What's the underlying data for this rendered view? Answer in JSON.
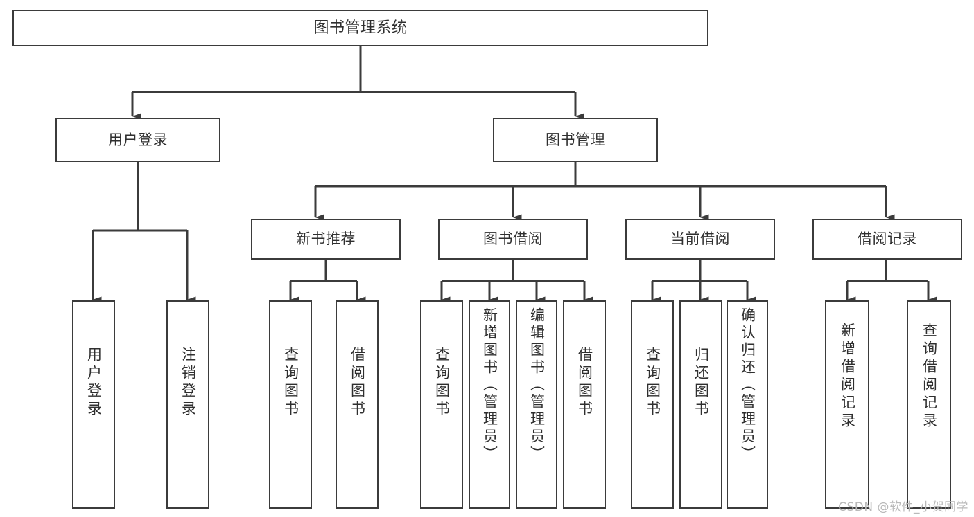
{
  "diagram": {
    "title": "图书管理系统",
    "type": "tree-structure-chart",
    "colors": {
      "box_stroke": "#3b3b3b",
      "box_fill": "#ffffff",
      "connector": "#3b3b3b",
      "text": "#2f2f2f",
      "watermark": "#b9b9b9",
      "background": "#ffffff"
    },
    "nodes": {
      "root": {
        "label": "图书管理系统",
        "level": 0
      },
      "level1": [
        {
          "id": "user-login",
          "label": "用户登录"
        },
        {
          "id": "book-manage",
          "label": "图书管理"
        }
      ],
      "level2": [
        {
          "id": "new-book-rec",
          "label": "新书推荐",
          "parent": "book-manage"
        },
        {
          "id": "book-borrow",
          "label": "图书借阅",
          "parent": "book-manage"
        },
        {
          "id": "current-borrow",
          "label": "当前借阅",
          "parent": "book-manage"
        },
        {
          "id": "borrow-record",
          "label": "借阅记录",
          "parent": "book-manage"
        }
      ],
      "leaves": [
        {
          "id": "leaf-user-login",
          "label": "用户登录",
          "parent": "user-login"
        },
        {
          "id": "leaf-logout",
          "label": "注销登录",
          "parent": "user-login"
        },
        {
          "id": "leaf-query-book-1",
          "label": "查询图书",
          "parent": "new-book-rec"
        },
        {
          "id": "leaf-borrow-book-1",
          "label": "借阅图书",
          "parent": "new-book-rec"
        },
        {
          "id": "leaf-query-book-2",
          "label": "查询图书",
          "parent": "book-borrow"
        },
        {
          "id": "leaf-add-book",
          "label": "新增图书（管理员）",
          "parent": "book-borrow"
        },
        {
          "id": "leaf-edit-book",
          "label": "编辑图书（管理员）",
          "parent": "book-borrow"
        },
        {
          "id": "leaf-borrow-book-2",
          "label": "借阅图书",
          "parent": "book-borrow"
        },
        {
          "id": "leaf-query-book-3",
          "label": "查询图书",
          "parent": "current-borrow"
        },
        {
          "id": "leaf-return-book",
          "label": "归还图书",
          "parent": "current-borrow"
        },
        {
          "id": "leaf-confirm-return",
          "label": "确认归还（管理员）",
          "parent": "current-borrow"
        },
        {
          "id": "leaf-add-record",
          "label": "新增借阅记录",
          "parent": "borrow-record"
        },
        {
          "id": "leaf-query-record",
          "label": "查询借阅记录",
          "parent": "borrow-record"
        }
      ]
    },
    "watermark": "CSDN @软件_小贺同学"
  }
}
